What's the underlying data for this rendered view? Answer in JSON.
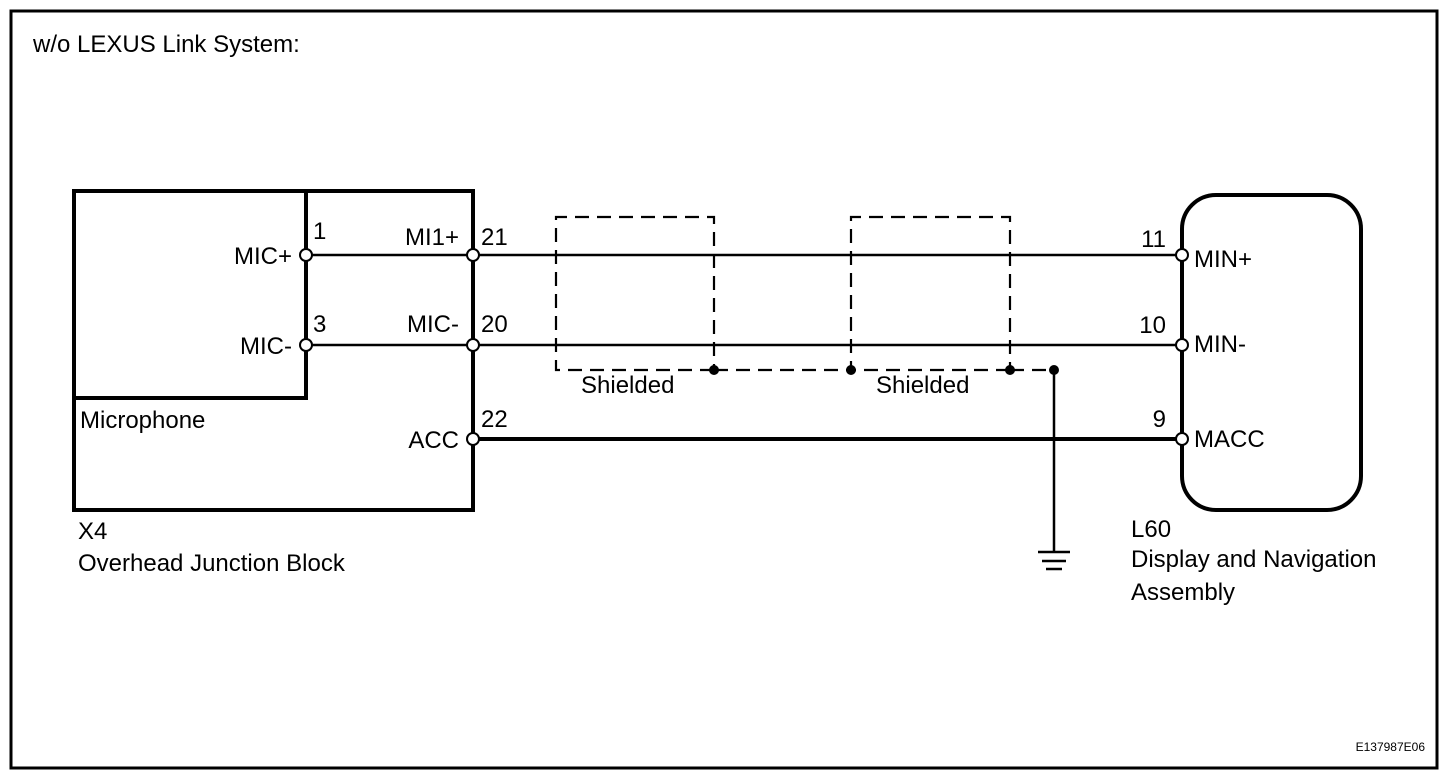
{
  "title": "w/o LEXUS Link System:",
  "figure_id": "E137987E06",
  "components": {
    "microphone": {
      "label": "Microphone"
    },
    "junction_block": {
      "code": "X4",
      "name": "Overhead Junction Block"
    },
    "display": {
      "code": "L60",
      "name_line1": "Display and Navigation",
      "name_line2": "Assembly"
    }
  },
  "pins": {
    "mic_plus": {
      "name": "MIC+",
      "number": "1"
    },
    "mic_minus": {
      "name": "MIC-",
      "number": "3"
    },
    "jb_mi1": {
      "name": "MI1+",
      "number": "21"
    },
    "jb_mic": {
      "name": "MIC-",
      "number": "20"
    },
    "jb_acc": {
      "name": "ACC",
      "number": "22"
    },
    "nav_min_plus": {
      "name": "MIN+",
      "number": "11"
    },
    "nav_min_minus": {
      "name": "MIN-",
      "number": "10"
    },
    "nav_macc": {
      "name": "MACC",
      "number": "9"
    }
  },
  "shields": [
    {
      "label": "Shielded"
    },
    {
      "label": "Shielded"
    }
  ]
}
